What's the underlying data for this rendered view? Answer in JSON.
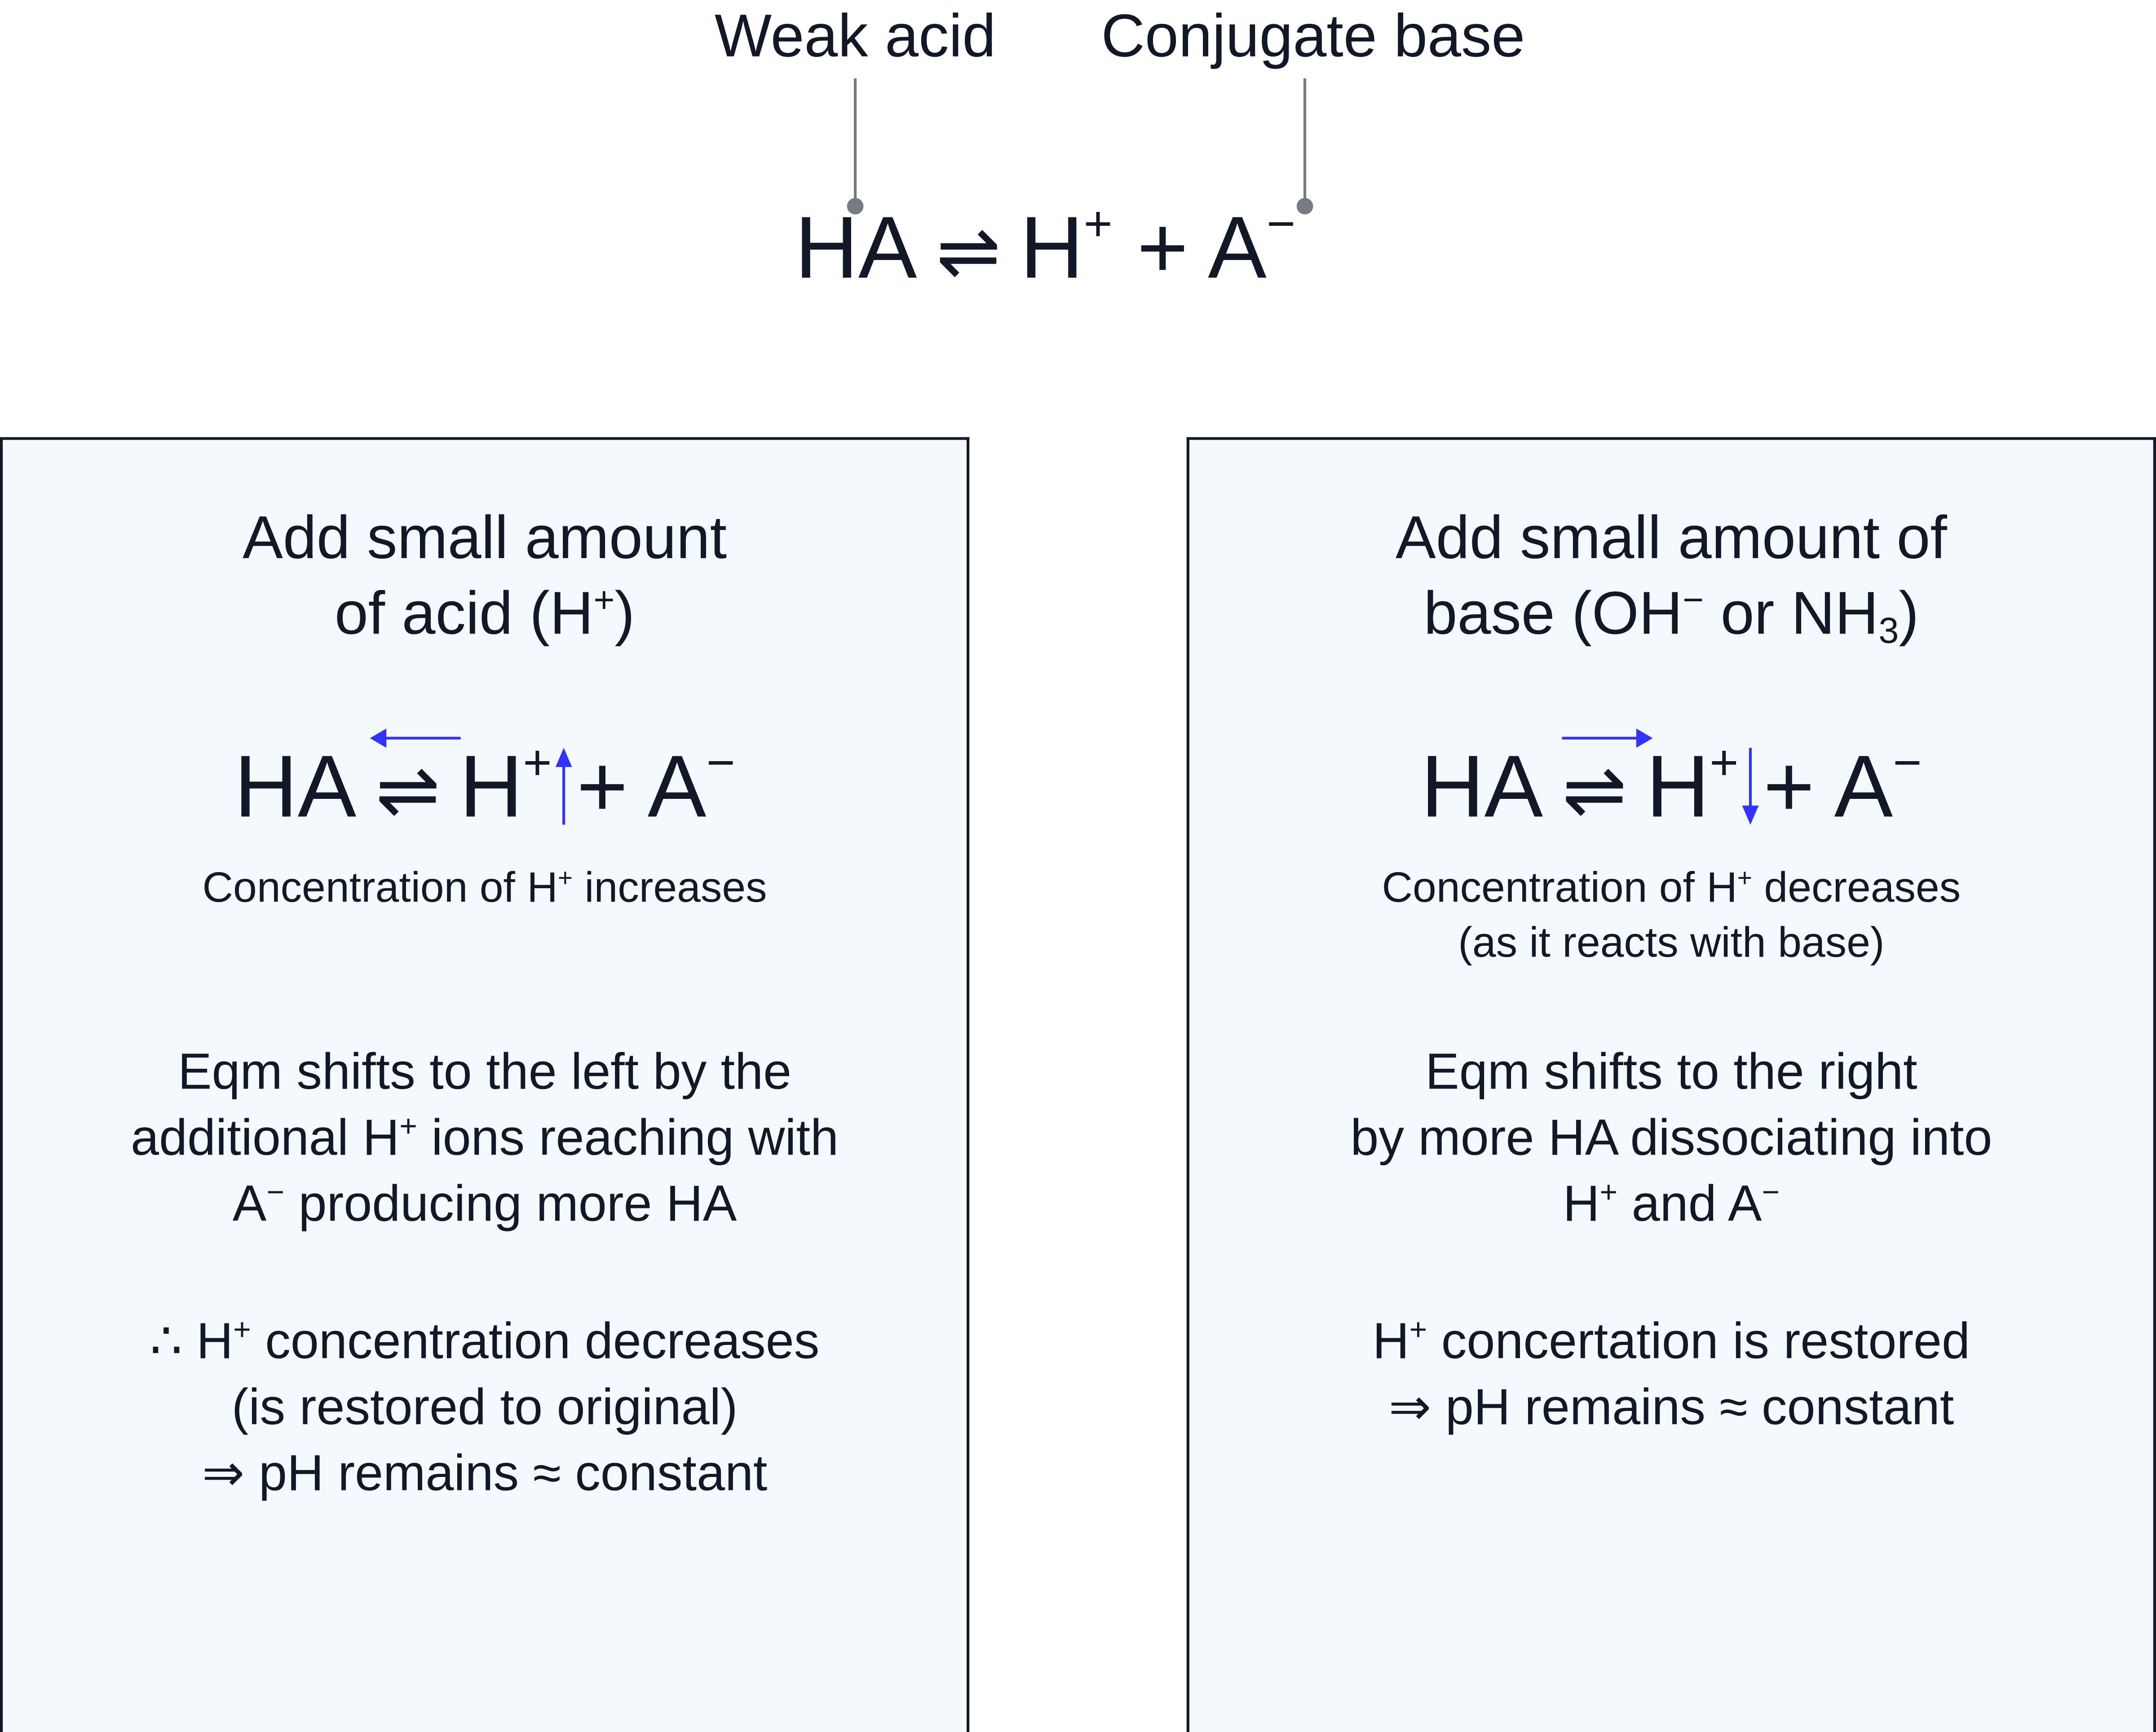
{
  "header": {
    "label_weak_acid": "Weak acid",
    "label_conjugate_base": "Conjugate base",
    "equation": {
      "reactant": "HA",
      "arrow": "⇌",
      "proton": "H",
      "plus_charge": "+",
      "plus": "+",
      "base": "A",
      "minus_charge": "−"
    }
  },
  "left_panel": {
    "title_line1": "Add small amount",
    "title_line2_pre": "of acid (H",
    "title_line2_sup": "+",
    "title_line2_post": ")",
    "equation": {
      "reactant": "HA",
      "arrow": "⇌",
      "proton": "H",
      "plus_charge": "+",
      "plus": "+",
      "base": "A",
      "minus_charge": "−"
    },
    "shift_direction": "left",
    "h_change": "up",
    "note_pre": "Concentration of H",
    "note_sup": "+",
    "note_post": " increases",
    "para1_line1": "Eqm shifts to the left by the",
    "para1_line2_pre": "additional H",
    "para1_line2_sup": "+",
    "para1_line2_post": " ions reaching with",
    "para1_line3_pre": "A",
    "para1_line3_sup": "−",
    "para1_line3_post": " producing more HA",
    "para2_line1_pre": "∴ H",
    "para2_line1_sup": "+",
    "para2_line1_post": " concentration decreases",
    "para2_line2": "(is restored to original)",
    "para2_line3": "⇒ pH remains ≈ constant"
  },
  "right_panel": {
    "title_line1": "Add small amount of",
    "title_line2_pre": "base (OH",
    "title_line2_sup": "−",
    "title_line2_mid": " or NH",
    "title_line2_sub": "3",
    "title_line2_post": ")",
    "equation": {
      "reactant": "HA",
      "arrow": "⇌",
      "proton": "H",
      "plus_charge": "+",
      "plus": "+",
      "base": "A",
      "minus_charge": "−"
    },
    "shift_direction": "right",
    "h_change": "down",
    "note_pre": "Concentration of H",
    "note_sup": "+",
    "note_post": " decreases",
    "note_line2": "(as it reacts with base)",
    "para1_line1": "Eqm shifts to the right",
    "para1_line2": "by more HA dissociating into",
    "para1_line3_pre": "H",
    "para1_line3_sup": "+",
    "para1_line3_mid": " and A",
    "para1_line3_sup2": "−",
    "para2_line1_pre": "H",
    "para2_line1_sup": "+",
    "para2_line1_post": " concertation is restored",
    "para2_line2": "⇒ pH remains ≈ constant"
  },
  "colors": {
    "text": "#111827",
    "accent": "#3333ff",
    "panel_bg": "#f4f9fd",
    "leader": "#777b82"
  }
}
